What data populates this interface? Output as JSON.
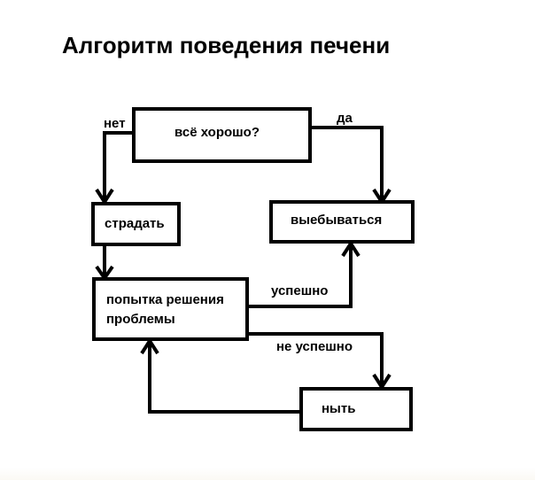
{
  "title": "Алгоритм поведения печени",
  "nodes": {
    "question": "всё хорошо?",
    "suffer": "страдать",
    "show_off": "выебываться",
    "attempt_line1": "попытка решения",
    "attempt_line2": "проблемы",
    "whine": "ныть"
  },
  "edges": {
    "no": "нет",
    "yes": "да",
    "success": "успешно",
    "fail": "не успешно"
  },
  "colors": {
    "line": "#000000",
    "background": "#ffffff"
  }
}
